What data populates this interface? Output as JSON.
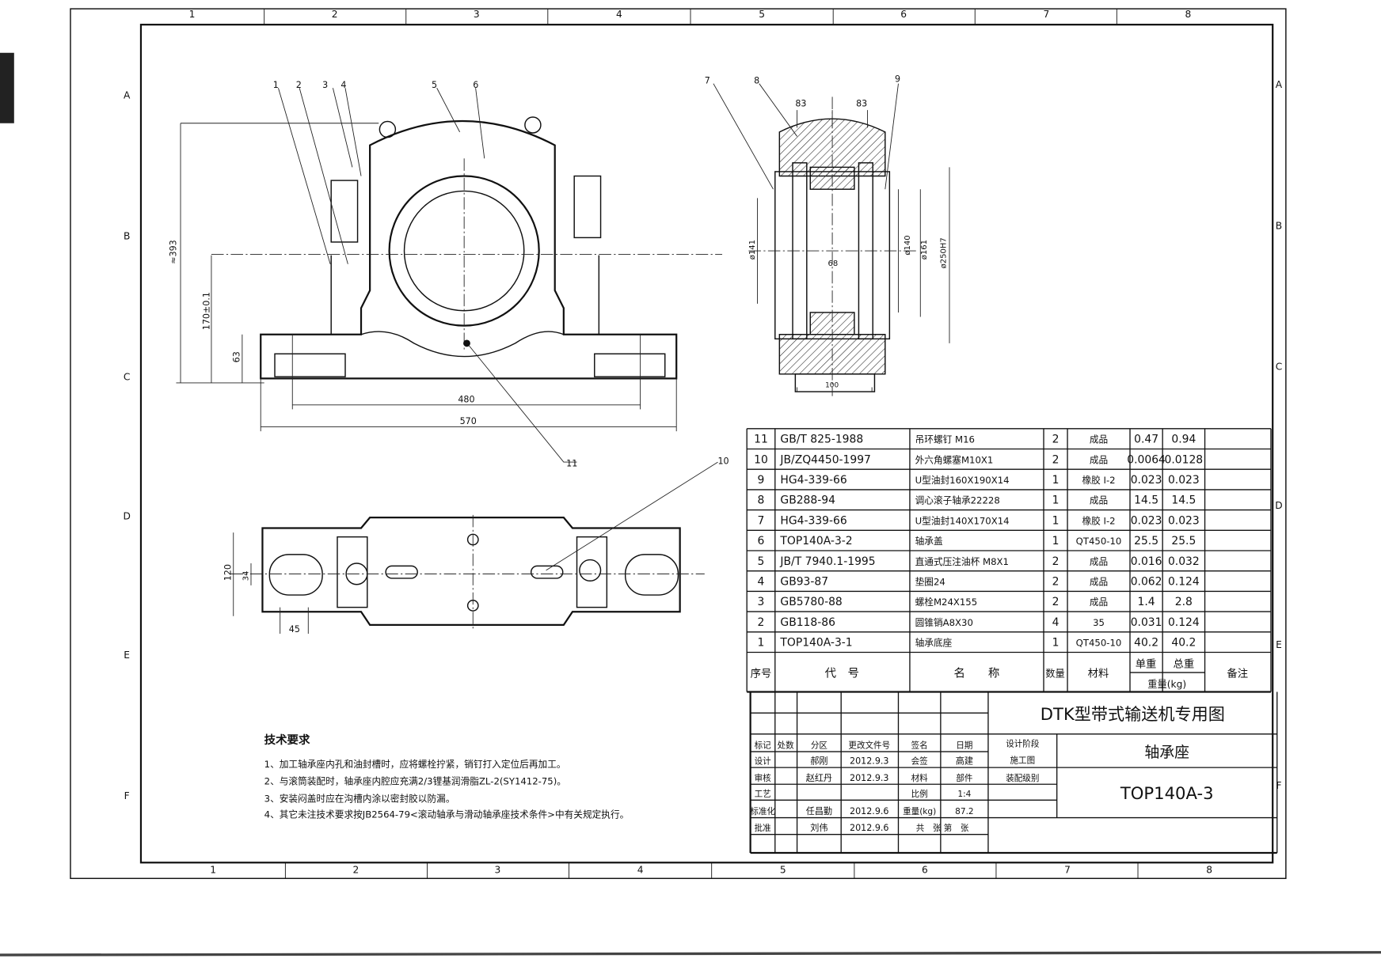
{
  "sheet": {
    "zone_numbers": [
      "1",
      "2",
      "3",
      "4",
      "5",
      "6",
      "7",
      "8"
    ],
    "zone_letters": [
      "A",
      "B",
      "C",
      "D",
      "E",
      "F"
    ]
  },
  "front_view": {
    "balloons": [
      "1",
      "2",
      "3",
      "4",
      "5",
      "6",
      "11"
    ],
    "dims": {
      "height_total": "≈393",
      "center_height": "170±0.1",
      "base_height": "63",
      "bolt_span": "480",
      "overall_length": "570"
    }
  },
  "section_view": {
    "balloons": [
      "7",
      "8",
      "9"
    ],
    "dims": {
      "left_83": "83",
      "right_83": "83",
      "d141": "ø141",
      "w68": "68",
      "d140": "ø140",
      "d161": "ø161",
      "d250": "ø250H7",
      "w100": "100"
    }
  },
  "top_view": {
    "balloons": [
      "10"
    ],
    "dims": {
      "width_120": "120",
      "slot_34": "34",
      "offset_45": "45"
    }
  },
  "parts_list": {
    "rows": [
      {
        "no": "11",
        "code": "GB/T 825-1988",
        "name": "吊环螺钉 M16",
        "qty": "2",
        "material": "成品",
        "unit": "0.47",
        "total": "0.94",
        "note": ""
      },
      {
        "no": "10",
        "code": "JB/ZQ4450-1997",
        "name": "外六角螺塞M10X1",
        "qty": "2",
        "material": "成品",
        "unit": "0.0064",
        "total": "0.0128",
        "note": ""
      },
      {
        "no": "9",
        "code": "HG4-339-66",
        "name": "U型油封160X190X14",
        "qty": "1",
        "material": "橡胶 I-2",
        "unit": "0.023",
        "total": "0.023",
        "note": ""
      },
      {
        "no": "8",
        "code": "GB288-94",
        "name": "调心滚子轴承22228",
        "qty": "1",
        "material": "成品",
        "unit": "14.5",
        "total": "14.5",
        "note": ""
      },
      {
        "no": "7",
        "code": "HG4-339-66",
        "name": "U型油封140X170X14",
        "qty": "1",
        "material": "橡胶 I-2",
        "unit": "0.023",
        "total": "0.023",
        "note": ""
      },
      {
        "no": "6",
        "code": "TOP140A-3-2",
        "name": "轴承盖",
        "qty": "1",
        "material": "QT450-10",
        "unit": "25.5",
        "total": "25.5",
        "note": ""
      },
      {
        "no": "5",
        "code": "JB/T 7940.1-1995",
        "name": "直通式压注油杯 M8X1",
        "qty": "2",
        "material": "成品",
        "unit": "0.016",
        "total": "0.032",
        "note": ""
      },
      {
        "no": "4",
        "code": "GB93-87",
        "name": "垫圈24",
        "qty": "2",
        "material": "成品",
        "unit": "0.062",
        "total": "0.124",
        "note": ""
      },
      {
        "no": "3",
        "code": "GB5780-88",
        "name": "螺栓M24X155",
        "qty": "2",
        "material": "成品",
        "unit": "1.4",
        "total": "2.8",
        "note": ""
      },
      {
        "no": "2",
        "code": "GB118-86",
        "name": "圆锥销A8X30",
        "qty": "4",
        "material": "35",
        "unit": "0.031",
        "total": "0.124",
        "note": ""
      },
      {
        "no": "1",
        "code": "TOP140A-3-1",
        "name": "轴承底座",
        "qty": "1",
        "material": "QT450-10",
        "unit": "40.2",
        "total": "40.2",
        "note": ""
      }
    ],
    "headers": {
      "no": "序号",
      "code": "代　号",
      "name": "名　　称",
      "qty": "数量",
      "material": "材料",
      "unit": "单重",
      "total": "总重",
      "weight": "重量(kg)",
      "note": "备注"
    }
  },
  "title_block": {
    "project": "DTK型带式输送机专用图",
    "part_name": "轴承座",
    "drawing_no": "TOP140A-3",
    "labels": {
      "mark": "标记",
      "count": "处数",
      "zone": "分区",
      "change_doc": "更改文件号",
      "sign": "签名",
      "date": "日期",
      "design": "设计",
      "review": "审核",
      "process": "工艺",
      "standard": "标准化",
      "approve": "批准",
      "countersign": "会签",
      "material": "材料",
      "scale": "比例",
      "weight": "重量(kg)",
      "sheets": "共　张 第　张",
      "stage": "设计阶段",
      "assembly": "装配级别"
    },
    "values": {
      "material": "部件",
      "scale": "1:4",
      "weight": "87.2",
      "stage": "施工图"
    },
    "signatures": {
      "design": "郝刚",
      "design_date": "2012.9.3",
      "review": "赵红丹",
      "review_date": "2012.9.3",
      "countersign": "高建",
      "standard": "任昌勤",
      "standard_date": "2012.9.6",
      "approve": "刘伟",
      "approve_date": "2012.9.6"
    }
  },
  "tech_req": {
    "title": "技术要求",
    "items": [
      "1、加工轴承座内孔和油封槽时，应将螺栓拧紧，销钉打入定位后再加工。",
      "2、与滚筒装配时，轴承座内腔应充满2/3锂基润滑脂ZL-2(SY1412-75)。",
      "3、安装闷盖时应在沟槽内涂以密封胶以防漏。",
      "4、其它未注技术要求按JB2564-79<滚动轴承与滑动轴承座技术条件>中有关规定执行。"
    ]
  }
}
